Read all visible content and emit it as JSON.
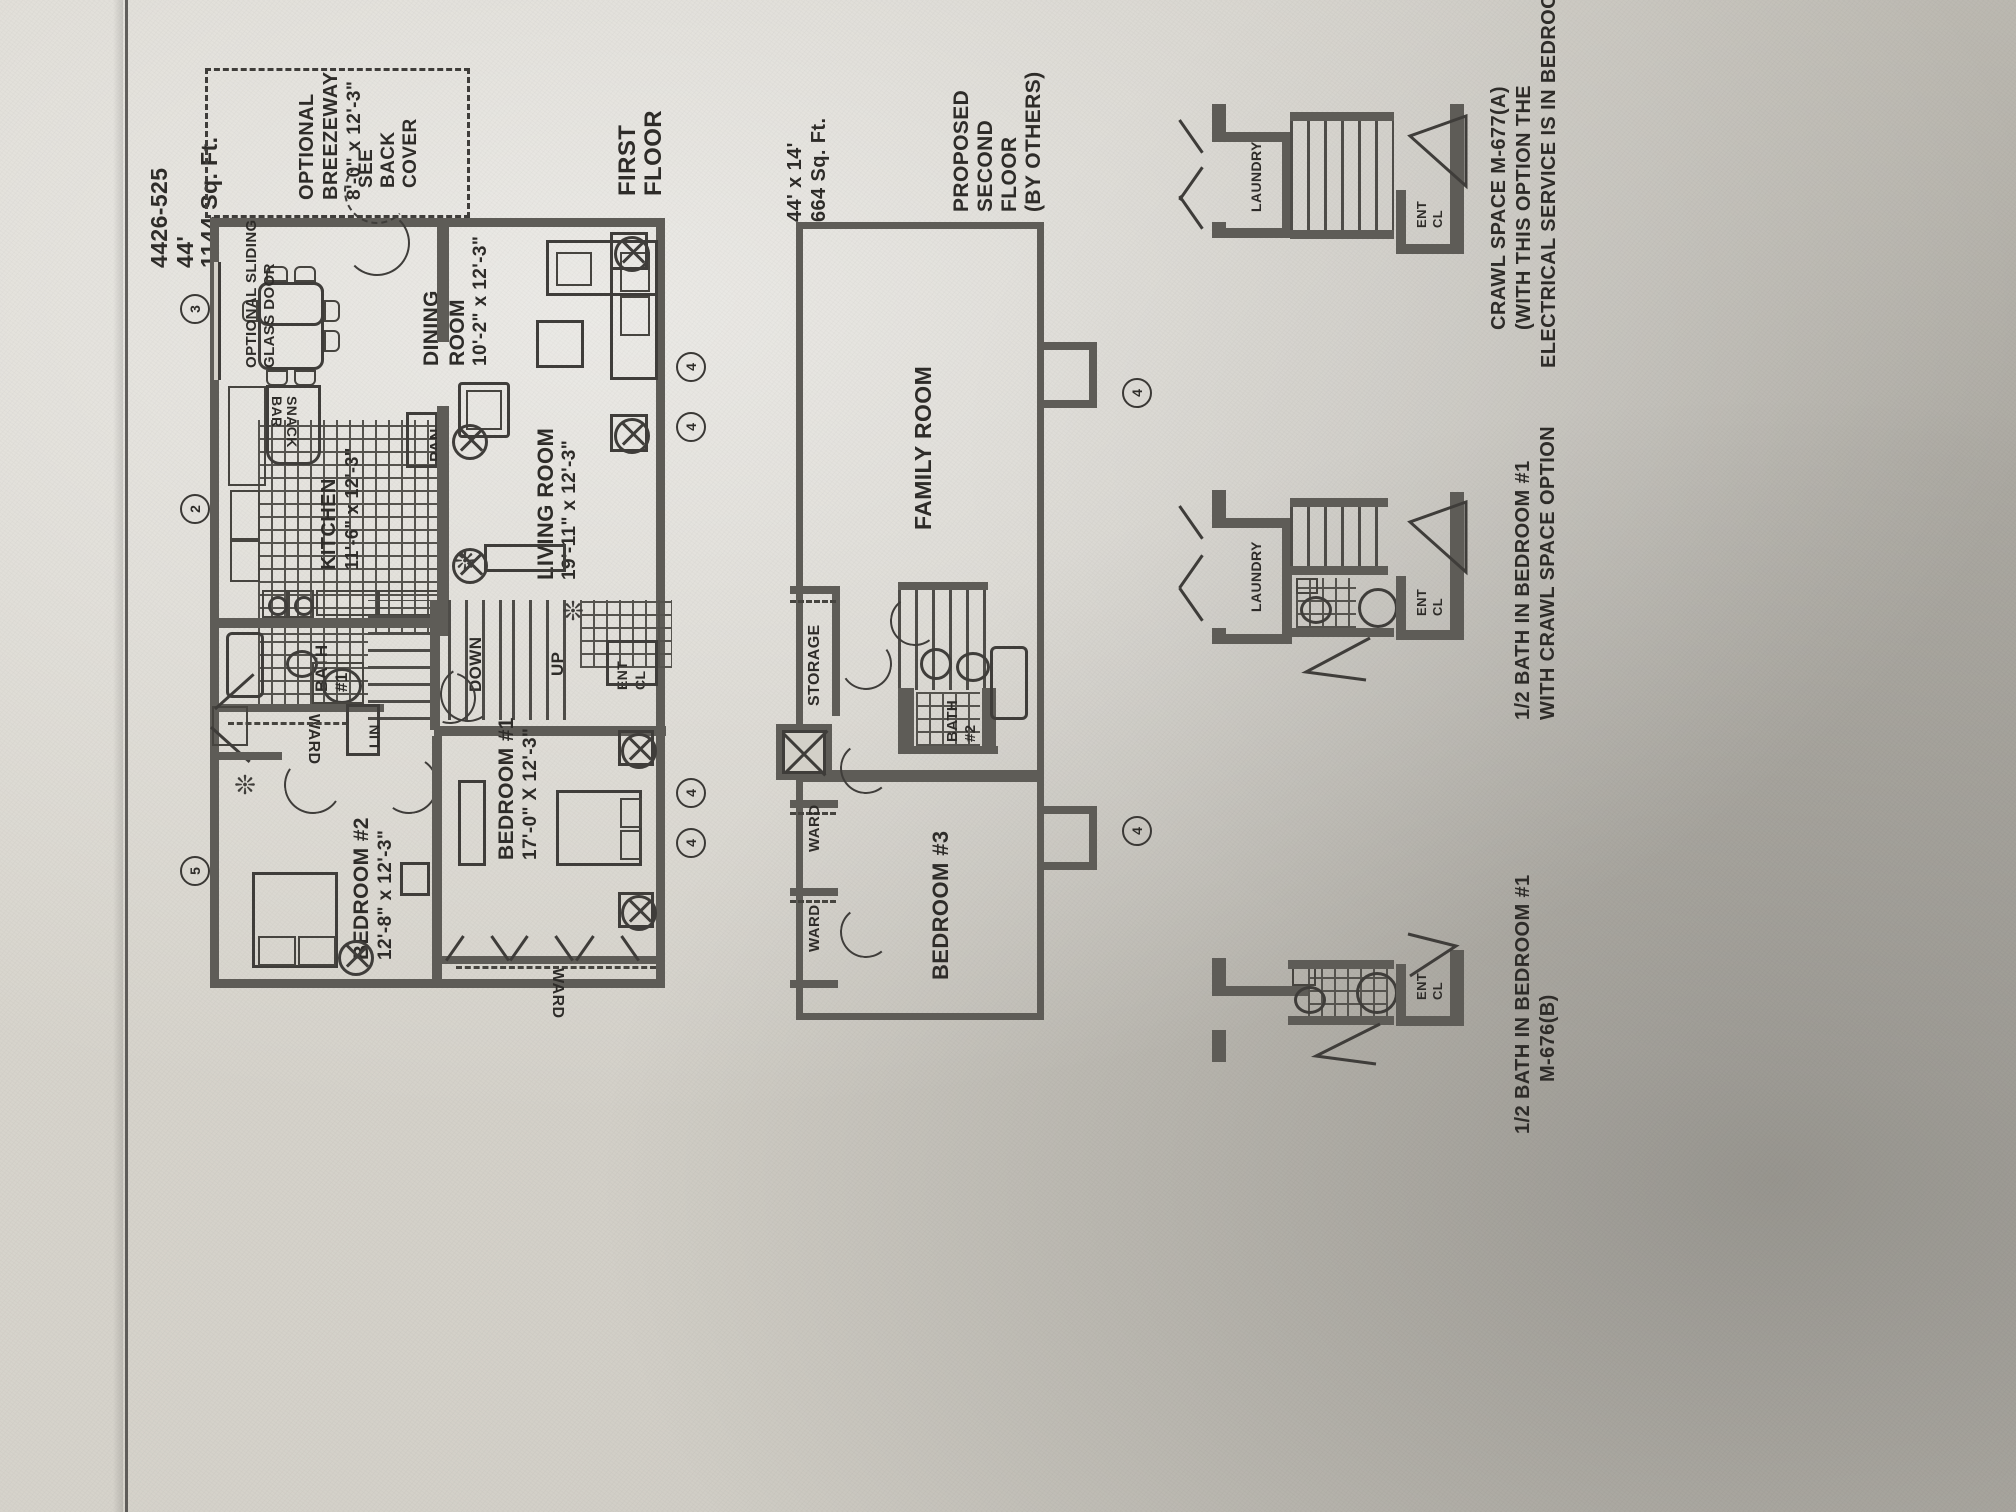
{
  "sheet": {
    "model_number": "4426-525",
    "width_label": "44'",
    "area_label": "1144 Sq. Ft."
  },
  "first_floor": {
    "title_line1": "FIRST",
    "title_line2": "FLOOR",
    "breezeway": {
      "line1": "OPTIONAL",
      "line2": "BREEZEWAY",
      "line3": "8'-0\" x 12'-3\"",
      "note1": "SEE",
      "note2": "BACK",
      "note3": "COVER"
    },
    "rooms": [
      {
        "name": "DINING",
        "name2": "ROOM",
        "dims": "10'-2\" x 12'-3\""
      },
      {
        "name": "KITCHEN",
        "dims": "11'-6\" x 12'-3\""
      },
      {
        "name": "LIVING ROOM",
        "dims": "19'-11\" x 12'-3\""
      },
      {
        "name": "BATH",
        "name2": "#1",
        "dims": ""
      },
      {
        "name": "BEDROOM #1",
        "dims": "17'-0\" X 12'-3\""
      },
      {
        "name": "BEDROOM #2",
        "dims": "12'-8\" x 12'-3\""
      }
    ],
    "annotations": {
      "sliding_door_1": "OPTIONAL SLIDING",
      "sliding_door_2": "GLASS DOOR",
      "snack_bar_1": "SNACK",
      "snack_bar_2": "BAR",
      "pantry": "PAN",
      "ward_upper": "WARD",
      "ward_lower": "WARD",
      "linen": "LIN",
      "stairs_down": "DOWN",
      "stairs_up": "UP",
      "ent_cl_1": "ENT",
      "ent_cl_2": "CL"
    },
    "callouts": [
      "3",
      "2",
      "5",
      "4",
      "4",
      "4",
      "4"
    ]
  },
  "second_floor": {
    "dims_line1": "44' x 14'",
    "dims_line2": "664 Sq. Ft.",
    "title_line1": "PROPOSED",
    "title_line2": "SECOND",
    "title_line3": "FLOOR",
    "title_line4": "(BY OTHERS)",
    "rooms": [
      {
        "name": "FAMILY ROOM"
      },
      {
        "name": "BEDROOM #3"
      },
      {
        "name": "BATH",
        "name2": "#2"
      }
    ],
    "annotations": {
      "storage": "STORAGE",
      "ward_upper": "WARD",
      "ward_lower": "WARD"
    },
    "callouts": [
      "4",
      "4"
    ]
  },
  "options": [
    {
      "id": "crawl-space",
      "caption_line1": "CRAWL SPACE M-677(A)",
      "caption_line2": "(WITH THIS OPTION THE",
      "caption_line3": "ELECTRICAL SERVICE IS IN BEDROOM",
      "labels": {
        "laundry": "LAUNDRY",
        "ent_cl_1": "ENT",
        "ent_cl_2": "CL"
      }
    },
    {
      "id": "half-bath-crawl",
      "caption_line1": "1/2 BATH IN BEDROOM #1",
      "caption_line2": "WITH CRAWL SPACE OPTION",
      "labels": {
        "laundry": "LAUNDRY",
        "ent_cl_1": "ENT",
        "ent_cl_2": "CL"
      }
    },
    {
      "id": "half-bath-676b",
      "caption_line1": "1/2 BATH IN BEDROOM #1",
      "caption_line2": "M-676(B)",
      "labels": {
        "ent_cl_1": "ENT",
        "ent_cl_2": "CL"
      }
    }
  ]
}
